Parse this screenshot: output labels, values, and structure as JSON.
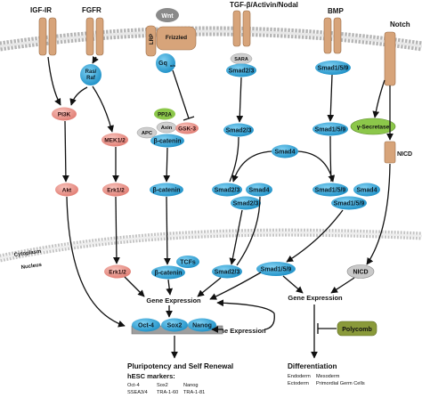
{
  "receptors": {
    "igf": "IGF-IR",
    "fgfr": "FGFR",
    "wnt": "Wnt",
    "lrp": "LRP",
    "frizzled": "Frizzled",
    "tgf": "TGF-β/Activin/Nodal",
    "bmp": "BMP",
    "notch": "Notch"
  },
  "molecules": {
    "ras_raf_1": "Ras/",
    "ras_raf_2": "Raf",
    "gq": "Gq",
    "gq_sub": "α/o",
    "sara": "SARA",
    "smad23_receptor": "Smad2/3",
    "smad159_receptor": "Smad1/5/9",
    "gamma_secretase": "γ-Secretase",
    "pi3k": "PI3K",
    "mek": "MEK1/2",
    "pp2a": "PP2A",
    "axin": "Axin",
    "apc": "APC",
    "gsk3": "GSK-3",
    "bcat_complex": "β-catenin",
    "smad23_a": "Smad2/3",
    "smad159_a": "Smad1/5/9",
    "smad4": "Smad4",
    "akt": "Akt",
    "erk_cyto": "Erk1/2",
    "bcat_cyto": "β-catenin",
    "c_smad23_1": "Smad2/3",
    "c_smad4_1": "Smad4",
    "c_smad23_2": "Smad2/3",
    "c_smad159_1": "Smad1/5/9",
    "c_smad4_2": "Smad4",
    "c_smad159_2": "Smad1/5/9",
    "nicd_cyto": "NICD",
    "erk_nuc": "Erk1/2",
    "tcfs": "TCFs",
    "bcat_nuc": "β-catenin",
    "smad23_nuc": "Smad2/3",
    "smad159_nuc": "Smad1/5/9",
    "nicd_nuc": "NICD",
    "oct4": "Oct-4",
    "sox2": "Sox2",
    "nanog": "Nanog",
    "polycomb": "Polycomb"
  },
  "compartments": {
    "cytoplasm": "Cytoplasm",
    "nucleus": "Nucleus"
  },
  "labels": {
    "gene_expr_1": "Gene Expression",
    "gene_expr_2": "Gene Expression",
    "gene_expr_3": "Gene Expression"
  },
  "outcomes": {
    "pluri_title": "Pluripotency and Self Renewal",
    "markers_title": "hESC markers:",
    "m_oct4": "Oct-4",
    "m_sox2": "Sox2",
    "m_nanog": "Nanog",
    "m_ssea": "SSEA3/4",
    "m_tra160": "TRA-1-60",
    "m_tra181": "TRA-1-81",
    "diff_title": "Differentiation",
    "endoderm": "Endoderm",
    "mesoderm": "Mesoderm",
    "ectoderm": "Ectoderm",
    "germ": "Primordial Germ Cells"
  },
  "colors": {
    "blue": "#2ba8dc",
    "pink": "#ee9b92",
    "tan": "#d7a47a",
    "green": "#8cc74a",
    "olive": "#8a9a3a",
    "membrane": "#bdbdbd"
  }
}
